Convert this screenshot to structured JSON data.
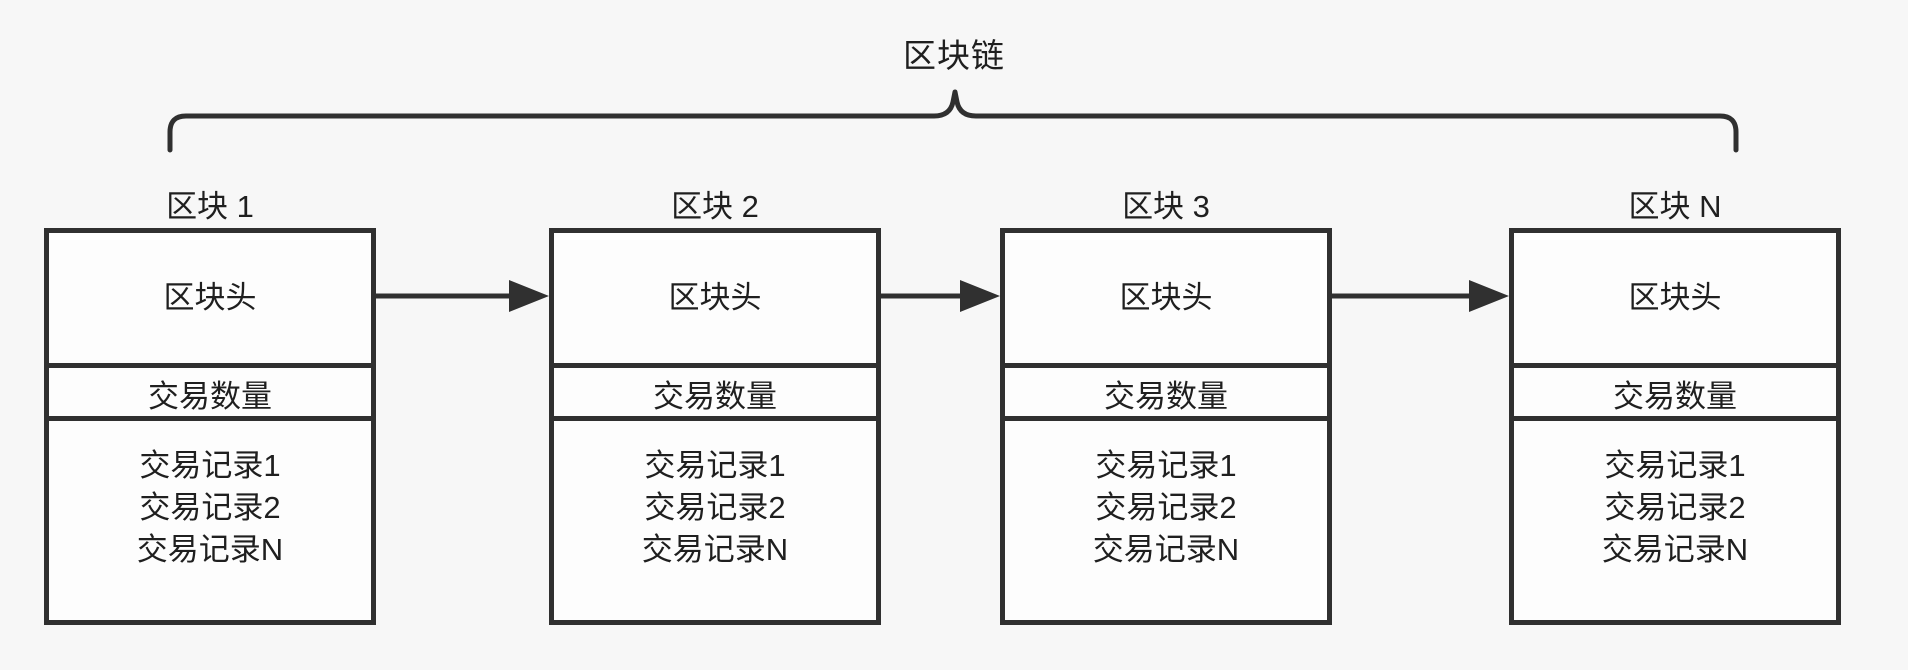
{
  "diagram": {
    "title": "区块链",
    "background_color": "#f7f7f7",
    "line_color": "#303030",
    "box_fill_color": "#fdfdfd",
    "text_color": "#1f1f1f",
    "brace": {
      "name": "chain-span-brace",
      "spans_label": "区块链"
    },
    "connector_label": "",
    "blocks": [
      {
        "label": "区块 1",
        "header": "区块头",
        "tx_count": "交易数量",
        "records": [
          "交易记录1",
          "交易记录2",
          "交易记录N"
        ]
      },
      {
        "label": "区块 2",
        "header": "区块头",
        "tx_count": "交易数量",
        "records": [
          "交易记录1",
          "交易记录2",
          "交易记录N"
        ]
      },
      {
        "label": "区块 3",
        "header": "区块头",
        "tx_count": "交易数量",
        "records": [
          "交易记录1",
          "交易记录2",
          "交易记录N"
        ]
      },
      {
        "label": "区块 N",
        "header": "区块头",
        "tx_count": "交易数量",
        "records": [
          "交易记录1",
          "交易记录2",
          "交易记录N"
        ]
      }
    ]
  }
}
